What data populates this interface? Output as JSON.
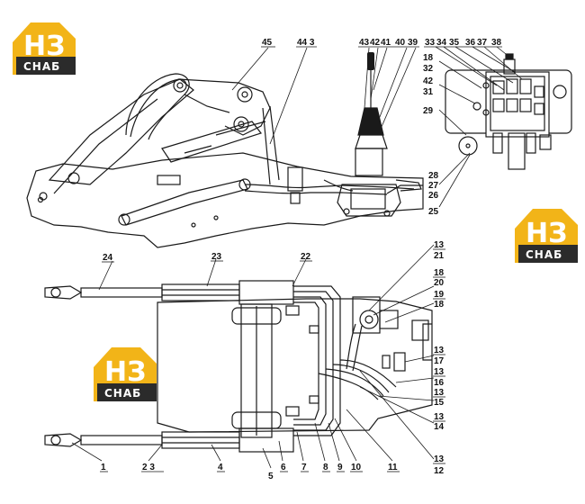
{
  "colors": {
    "logo_yellow": "#f2b418",
    "logo_dark": "#2b2b2b",
    "line": "#1a1a1a"
  },
  "logo": {
    "top_text": "НЗ",
    "bottom_text": "СНАБ"
  },
  "callouts": {
    "c45": "45",
    "c44_3": "44 3",
    "c43": "43",
    "c42": "42",
    "c41": "41",
    "c40": "40",
    "c39": "39",
    "c33": "33",
    "c34": "34",
    "c35": "35",
    "c36": "36",
    "c37": "37",
    "c38": "38",
    "c18a": "18",
    "c32": "32",
    "c42b": "42",
    "c31": "31",
    "c29": "29",
    "c28": "28",
    "c27": "27",
    "c26": "26",
    "c25": "25",
    "c24": "24",
    "c23": "23",
    "c22": "22",
    "r13a": "13",
    "r21": "21",
    "r18a": "18",
    "r20": "20",
    "r19": "19",
    "r18b": "18",
    "r13b": "13",
    "r17": "17",
    "r13c": "13",
    "r16": "16",
    "r13d": "13",
    "r15": "15",
    "r13e": "13",
    "r14": "14",
    "r13f": "13",
    "r12": "12",
    "b1": "1",
    "b2_3": "2 3",
    "b4": "4",
    "b5": "5",
    "b6": "6",
    "b7": "7",
    "b8": "8",
    "b9": "9",
    "b10": "10",
    "b11": "11"
  }
}
